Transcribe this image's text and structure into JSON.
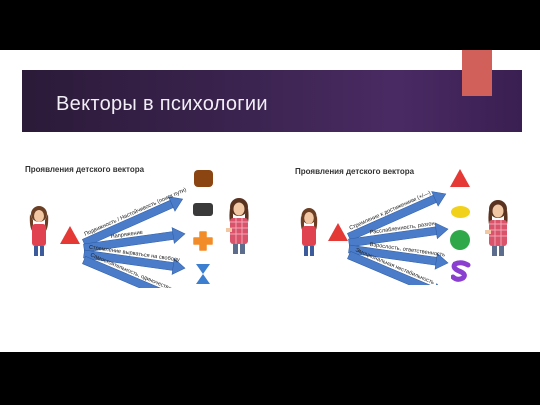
{
  "slide": {
    "title": "Векторы в психологии"
  },
  "left_panel": {
    "heading": "Проявления детского вектора",
    "arrows": [
      "Подвижность / Настойчивость (поиск пути)",
      "Напряжение",
      "Стремление вырваться на свободу",
      "Самостоятельность, одиночество"
    ],
    "shapes": [
      "brown-rounded-square",
      "dark-gray-rounded-rect",
      "orange-cross",
      "blue-hourglass"
    ]
  },
  "right_panel": {
    "heading": "Проявления детского вектора",
    "arrows": [
      "Стремление к достижениям (+/—)",
      "Расслабленность, разгон",
      "Взрослость, ответственность",
      "Эмоциональная нестабильность"
    ],
    "shapes": [
      "red-triangle",
      "yellow-ellipse",
      "green-circle",
      "purple-s-shape"
    ]
  },
  "colors": {
    "title_band": "#3b2450",
    "accent": "#d2605a",
    "arrow": "#4a7cc9",
    "red": "#e53935",
    "brown": "#8b4513",
    "dark_gray": "#3a3a3a",
    "orange": "#f28c28",
    "blue": "#3c7fd1",
    "yellow": "#f2d11b",
    "green": "#2fa84a",
    "purple": "#8a3fd1"
  }
}
